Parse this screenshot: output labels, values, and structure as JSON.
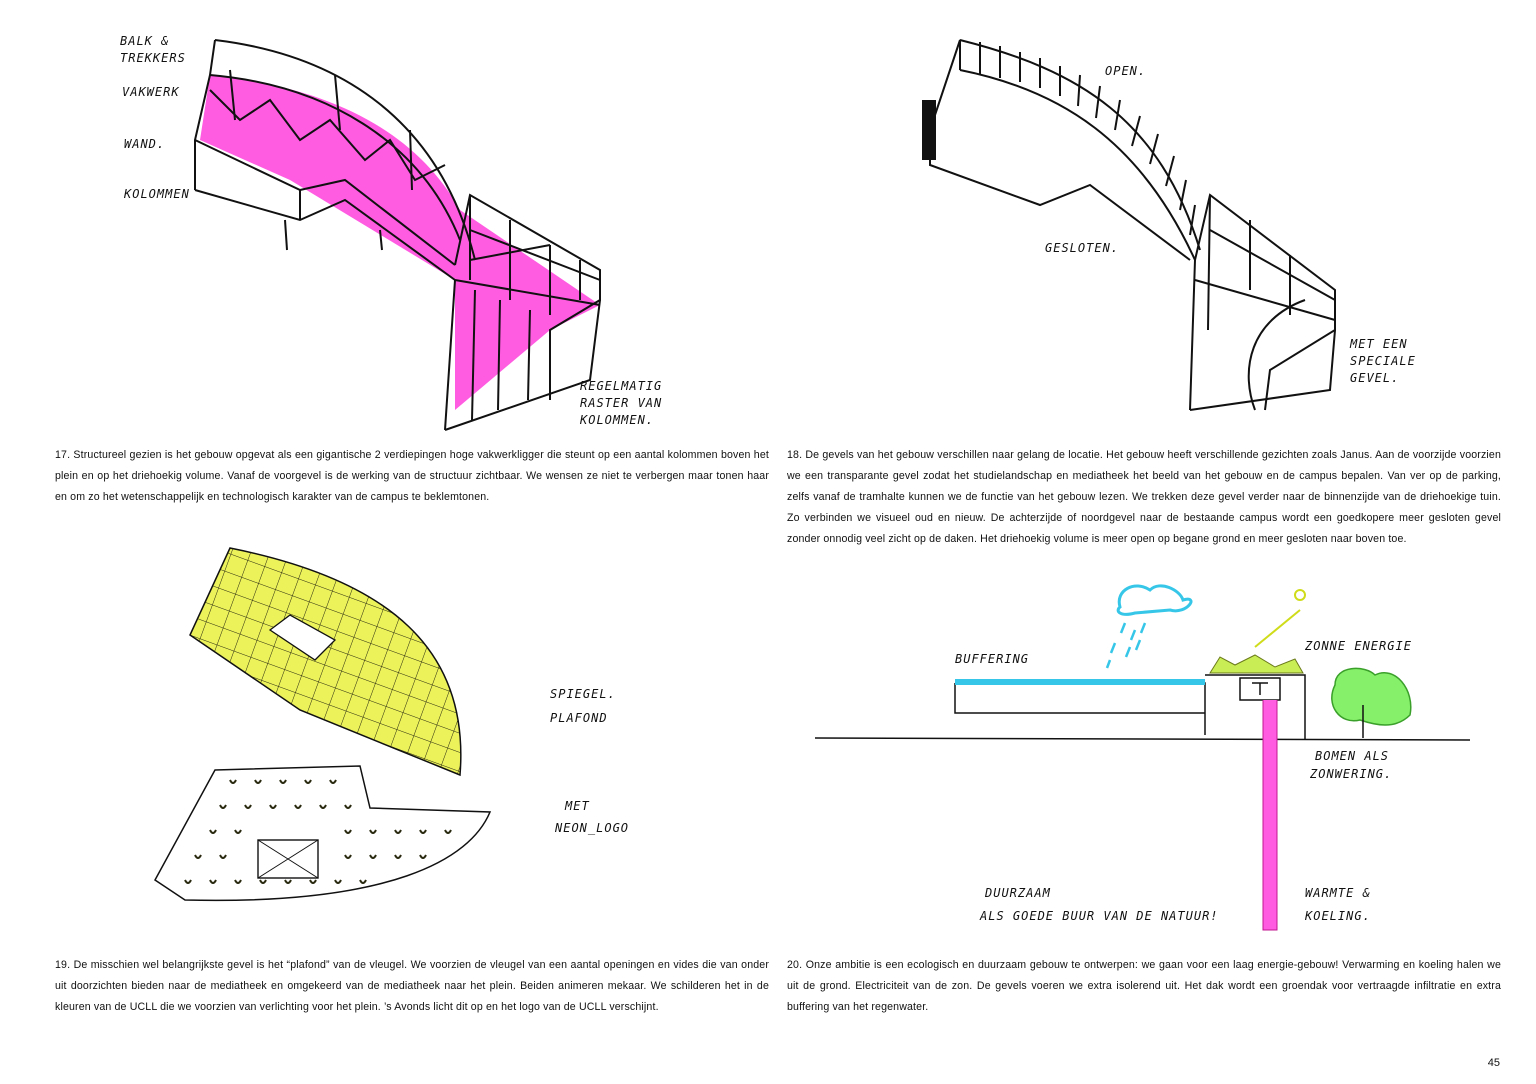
{
  "page": {
    "number": "45"
  },
  "colors": {
    "magenta": "#ff5ce1",
    "yellow": "#ecf25a",
    "cyan": "#36c7e8",
    "green": "#86f06a",
    "ink": "#111111"
  },
  "sketch17": {
    "labels": {
      "balk": "BALK &",
      "trekkers": "TREKKERS",
      "vakwerk": "VAKWERK",
      "wand": "WAND.",
      "kolommen": "KOLOMMEN",
      "regelmatig": "REGELMATIG",
      "raster": "RASTER VAN",
      "kolommen2": "KOLOMMEN."
    },
    "caption": "17. Structureel gezien is het gebouw opgevat als een gigantische 2 verdiepingen hoge vakwerkligger die steunt op een aantal kolommen boven het plein en op het driehoekig volume. Vanaf de voorgevel is de werking van de structuur zichtbaar. We wensen ze niet te verbergen maar tonen haar en om zo het  wetenschappelijk en technologisch karakter van de campus te beklemtonen."
  },
  "sketch18": {
    "labels": {
      "open": "OPEN.",
      "gesloten": "GESLOTEN.",
      "met": "MET EEN",
      "speciale": "SPECIALE",
      "gevel": "GEVEL."
    },
    "caption": "18. De gevels van het gebouw verschillen naar gelang de locatie. Het gebouw heeft verschillende gezichten zoals Janus. Aan de voorzijde voorzien we een transparante gevel zodat het studielandschap en mediatheek het beeld van het gebouw en de campus bepalen. Van ver op de parking, zelfs vanaf de tramhalte kunnen we de functie van het gebouw lezen. We trekken deze gevel verder naar de binnenzijde van de driehoekige tuin. Zo verbinden we visueel oud en nieuw. De achterzijde of noordgevel naar de bestaande campus wordt een goedkopere meer gesloten gevel zonder onnodig veel zicht op de daken. Het driehoekig volume is meer open op begane grond en meer gesloten naar boven toe."
  },
  "sketch19": {
    "labels": {
      "spiegel": "SPIEGEL.",
      "plafond": "PLAFOND",
      "met": "MET",
      "neon": "NEON_LOGO"
    },
    "caption": "19. De misschien wel belangrijkste gevel is het “plafond” van de vleugel. We voorzien de vleugel van een aantal openingen en vides die van onder uit doorzichten bieden naar de mediatheek en omgekeerd van de mediatheek naar het plein. Beiden animeren mekaar. We schilderen het in de kleuren van de UCLL die we voorzien van verlichting voor het plein. ’s Avonds licht dit op en het logo van de UCLL verschijnt."
  },
  "sketch20": {
    "labels": {
      "buffering": "BUFFERING",
      "zonne": "ZONNE ENERGIE",
      "bomen": "BOMEN ALS",
      "zonwering": "ZONWERING.",
      "duurzaam": "DUURZAAM",
      "goede": "ALS GOEDE BUUR VAN DE NATUUR!",
      "warmte": "WARMTE &",
      "koeling": "KOELING."
    },
    "caption": "20. Onze ambitie is een ecologisch en duurzaam gebouw te ontwerpen: we gaan voor een laag energie-gebouw! Verwarming en koeling halen we uit de grond. Electriciteit van de zon. De gevels voeren we extra isolerend uit. Het dak wordt een groendak voor vertraagde infiltratie en extra buffering van het regenwater."
  }
}
